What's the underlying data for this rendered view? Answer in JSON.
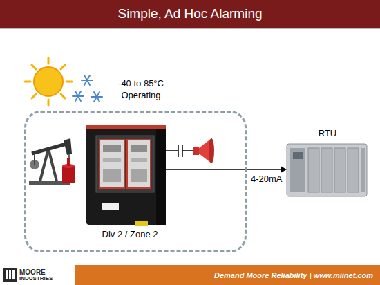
{
  "diagram": {
    "title": "Simple, Ad Hoc Alarming",
    "nodes": [
      {
        "text": [
          "Div 2 / Zone 2"
        ]
      },
      {
        "text": [
          "RTU"
        ]
      }
    ],
    "edges": [
      {
        "from": 0,
        "to": 1,
        "arrow": "to",
        "label": "4-20mA"
      }
    ],
    "labels": [
      "-40 to 85°C Operating",
      "MOORE",
      "INDUSTRIES",
      "Demand Moore Reliability | www.miinet.com"
    ]
  }
}
